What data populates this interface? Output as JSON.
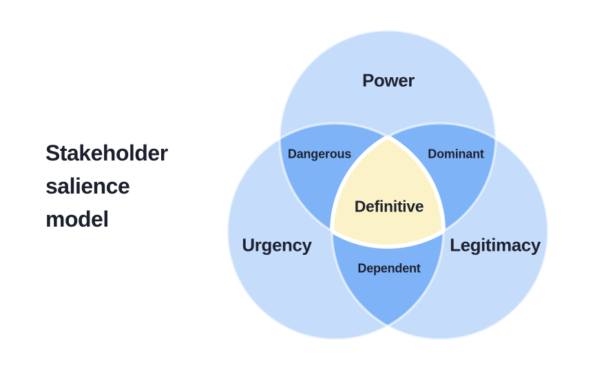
{
  "title": {
    "text": "Stakeholder salience model",
    "lines": [
      "Stakeholder",
      "salience",
      "model"
    ],
    "color": "#1b1e2d"
  },
  "venn": {
    "type": "venn-diagram",
    "sets": [
      {
        "id": "power",
        "label": "Power",
        "position": "top"
      },
      {
        "id": "urgency",
        "label": "Urgency",
        "position": "bottom-left"
      },
      {
        "id": "legitimacy",
        "label": "Legitimacy",
        "position": "bottom-right"
      }
    ],
    "intersections": [
      {
        "id": "power-urgency",
        "label": "Dangerous",
        "of": [
          "Power",
          "Urgency"
        ]
      },
      {
        "id": "power-legitimacy",
        "label": "Dominant",
        "of": [
          "Power",
          "Legitimacy"
        ]
      },
      {
        "id": "urgency-legitimacy",
        "label": "Dependent",
        "of": [
          "Urgency",
          "Legitimacy"
        ]
      },
      {
        "id": "power-urgency-legitimacy",
        "label": "Definitive",
        "of": [
          "Power",
          "Urgency",
          "Legitimacy"
        ]
      }
    ],
    "colors": {
      "set_fill": "#c5ddfb",
      "pair_fill": "#7eb3f7",
      "triple_fill": "#fbf3c7",
      "stroke": "#ffffff",
      "label": "#1e2130"
    }
  }
}
